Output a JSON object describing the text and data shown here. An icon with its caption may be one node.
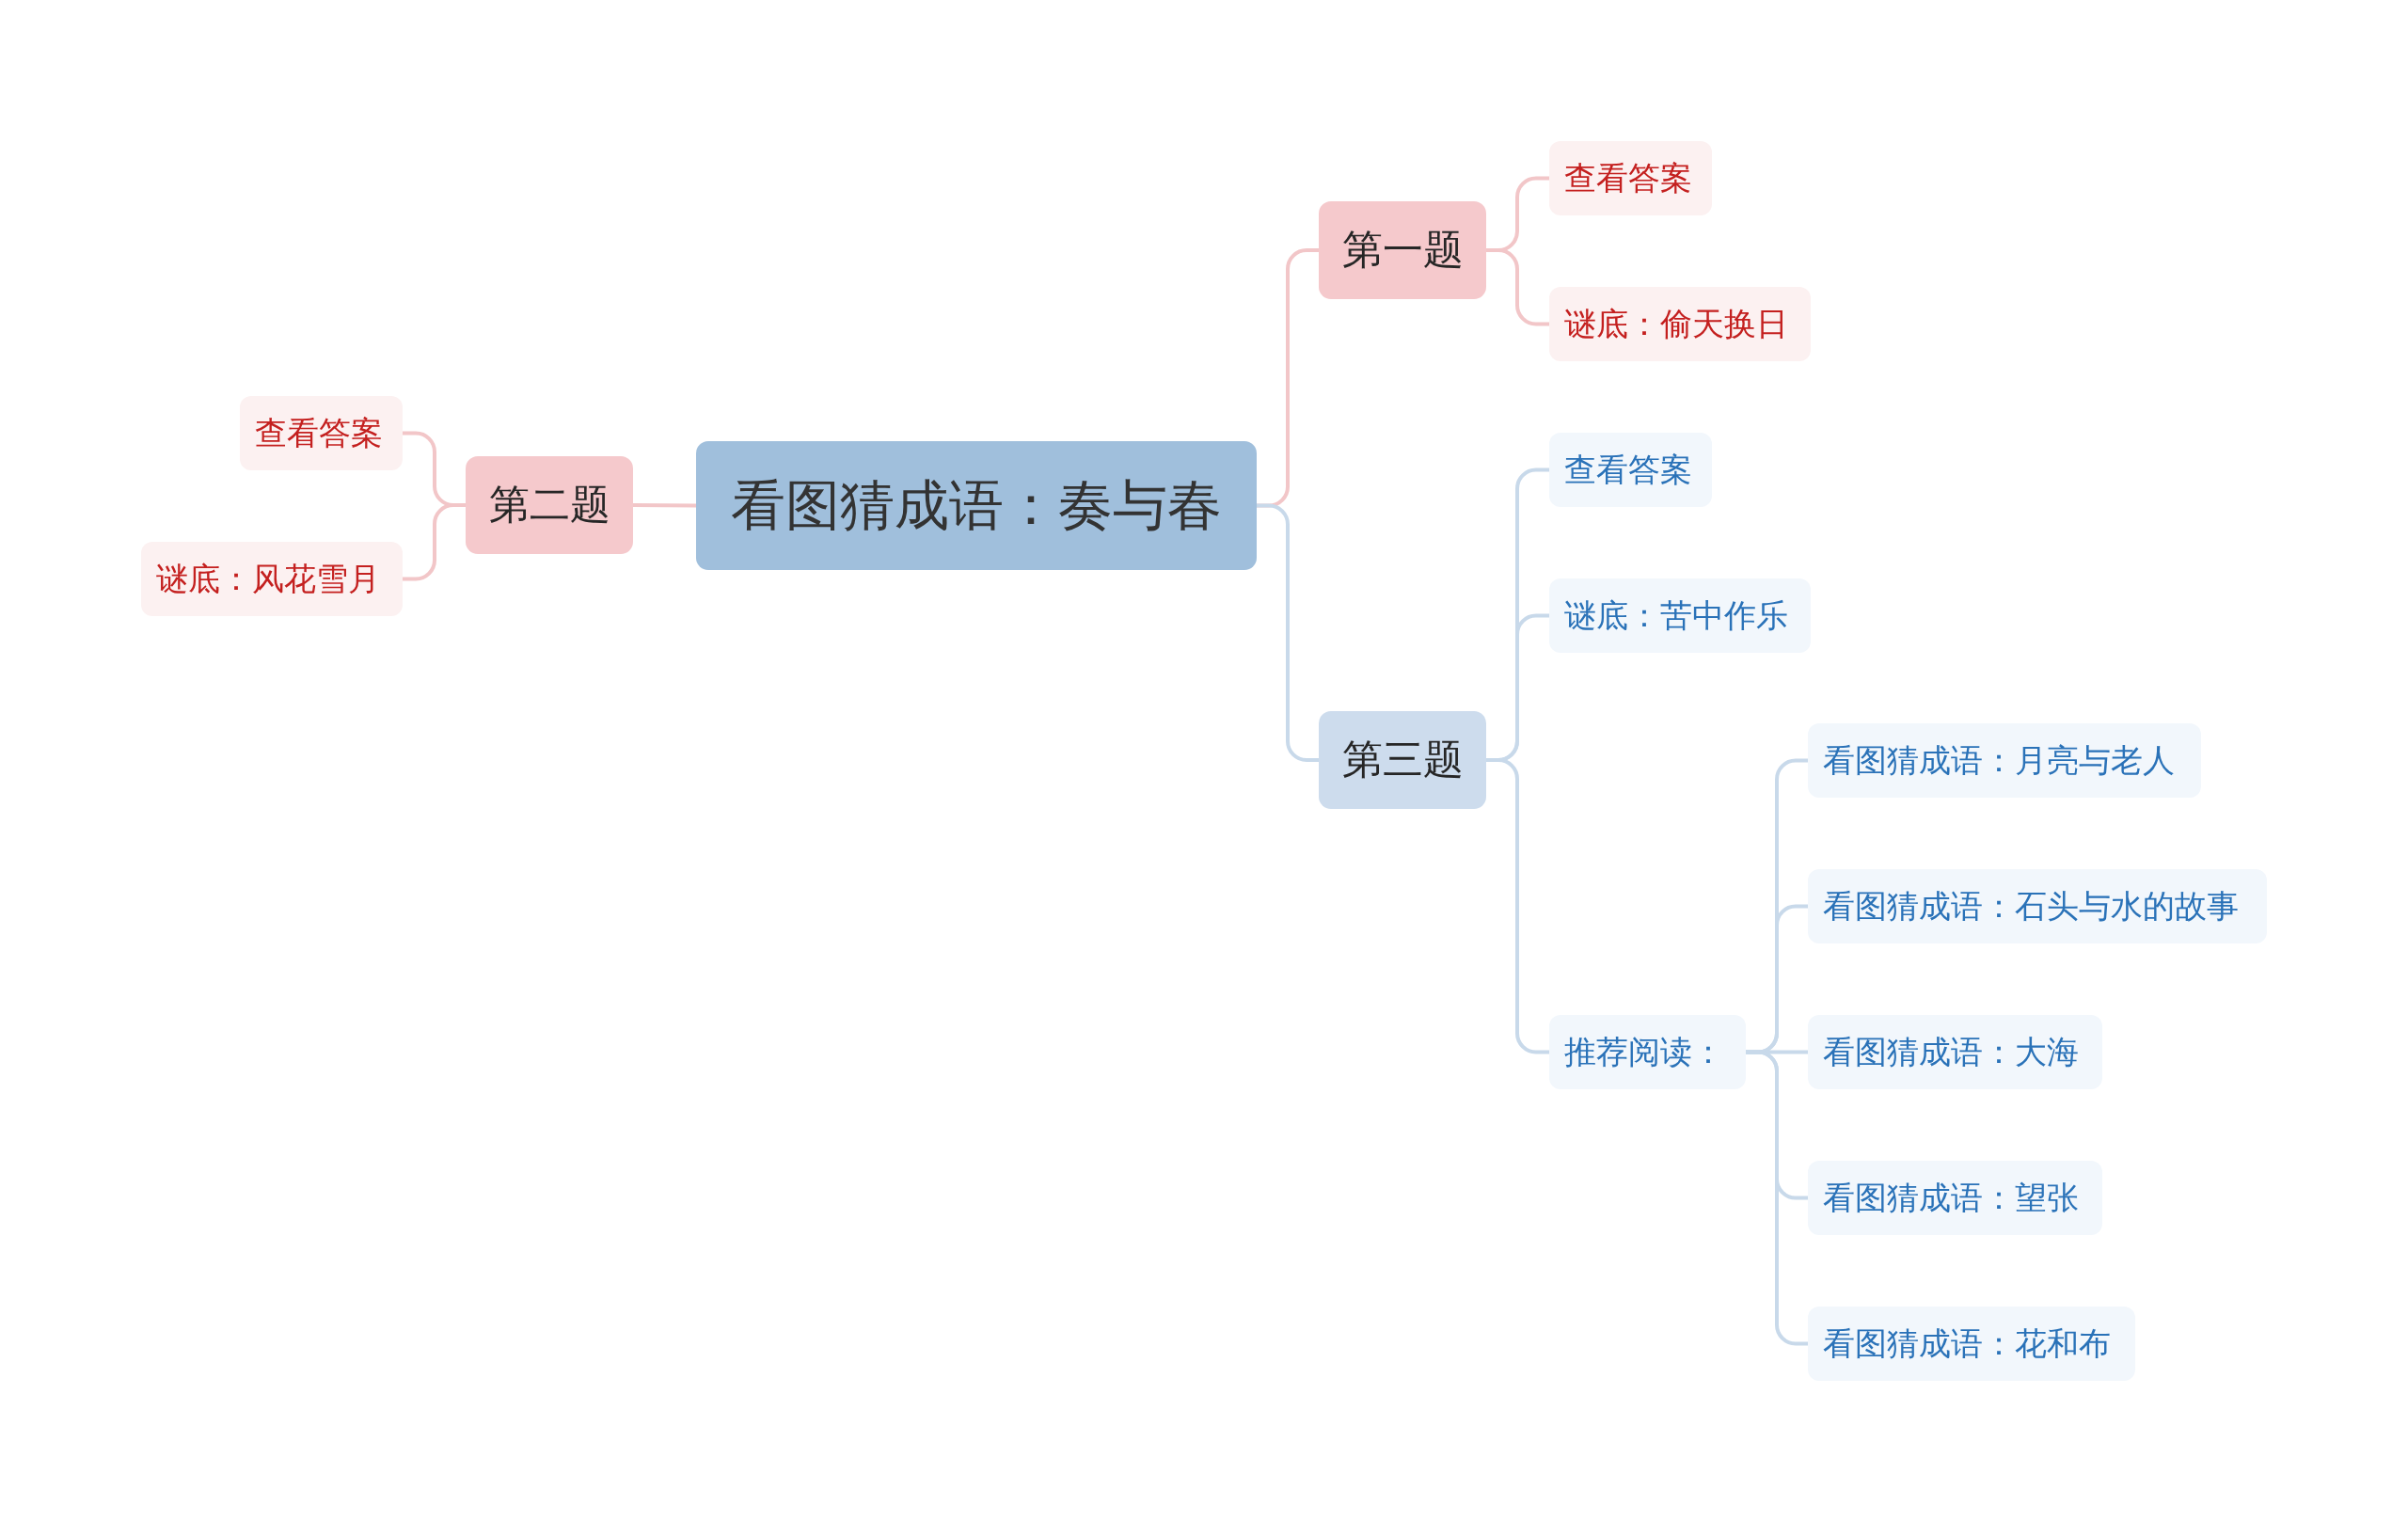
{
  "diagram": {
    "nodes": [
      {
        "text": [
          "看图猜成语：奏与春"
        ]
      },
      {
        "text": [
          "第一题"
        ]
      },
      {
        "text": [
          "查看答案"
        ]
      },
      {
        "text": [
          "谜底：偷天换日"
        ]
      },
      {
        "text": [
          "第二题"
        ]
      },
      {
        "text": [
          "查看答案"
        ]
      },
      {
        "text": [
          "谜底：风花雪月"
        ]
      },
      {
        "text": [
          "第三题"
        ]
      },
      {
        "text": [
          "查看答案"
        ]
      },
      {
        "text": [
          "谜底：苦中作乐"
        ]
      },
      {
        "text": [
          "推荐阅读："
        ]
      },
      {
        "text": [
          "看图猜成语：月亮与老人"
        ]
      },
      {
        "text": [
          "看图猜成语：石头与水的故事"
        ]
      },
      {
        "text": [
          "看图猜成语：大海"
        ]
      },
      {
        "text": [
          "看图猜成语：望张"
        ]
      },
      {
        "text": [
          "看图猜成语：花和布"
        ]
      }
    ],
    "edges": [
      {
        "from": 0,
        "to": 1,
        "arrow": "none",
        "color": "#f2c6c8"
      },
      {
        "from": 1,
        "to": 2,
        "arrow": "none",
        "color": "#f2c6c8"
      },
      {
        "from": 1,
        "to": 3,
        "arrow": "none",
        "color": "#f2c6c8"
      },
      {
        "from": 0,
        "to": 4,
        "arrow": "none",
        "color": "#f2c6c8"
      },
      {
        "from": 4,
        "to": 5,
        "arrow": "none",
        "color": "#f2c6c8"
      },
      {
        "from": 4,
        "to": 6,
        "arrow": "none",
        "color": "#f2c6c8"
      },
      {
        "from": 0,
        "to": 7,
        "arrow": "none"
      },
      {
        "from": 7,
        "to": 8,
        "arrow": "none"
      },
      {
        "from": 7,
        "to": 9,
        "arrow": "none"
      },
      {
        "from": 7,
        "to": 10,
        "arrow": "none"
      },
      {
        "from": 10,
        "to": 11,
        "arrow": "none"
      },
      {
        "from": 10,
        "to": 12,
        "arrow": "none"
      },
      {
        "from": 10,
        "to": 13,
        "arrow": "none"
      },
      {
        "from": 10,
        "to": 14,
        "arrow": "none"
      },
      {
        "from": 10,
        "to": 15,
        "arrow": "none"
      }
    ]
  }
}
